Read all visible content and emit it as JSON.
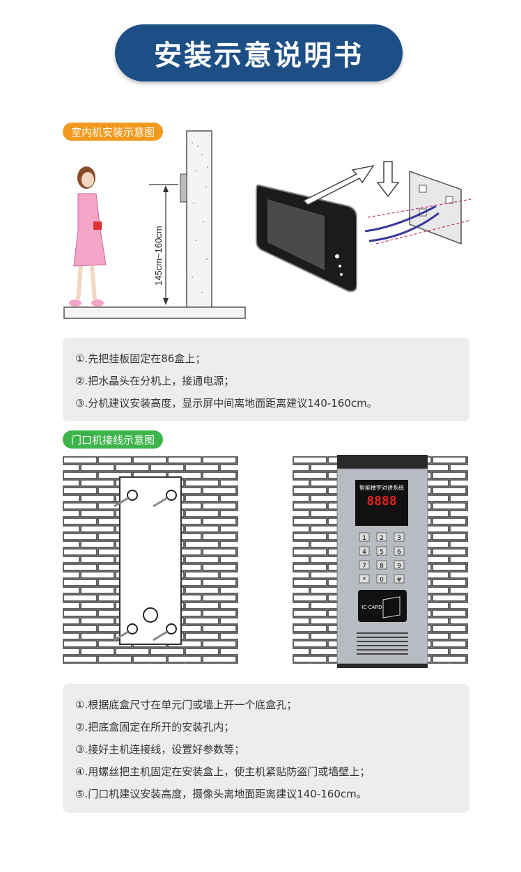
{
  "header": {
    "title": "安装示意说明书"
  },
  "section1": {
    "tag": "室内机安装示意图",
    "height_label": "145cm~160cm",
    "notes": [
      "①.先把挂板固定在86盒上；",
      "②.把水晶头在分机上，接通电源；",
      "③.分机建议安装高度，显示屏中间离地面距离建议140-160cm。"
    ]
  },
  "section2": {
    "tag": "门口机接线示意图",
    "panel": {
      "title": "智能楼宇对讲系统",
      "display": "8888",
      "keys": [
        "1",
        "2",
        "3",
        "4",
        "5",
        "6",
        "7",
        "8",
        "9",
        "*",
        "0",
        "#"
      ],
      "card_label": "IC·CARD"
    },
    "notes": [
      "①.根据底盒尺寸在单元门或墙上开一个底盒孔；",
      "②.把底盒固定在所开的安装孔内；",
      "③.接好主机连接线，设置好参数等；",
      "④.用螺丝把主机固定在安装盒上，使主机紧贴防盗门或墙壁上；",
      "⑤.门口机建议安装高度，摄像头离地面距离建议140-160cm。"
    ]
  },
  "colors": {
    "title_bg": "#1d4f86",
    "tag_orange": "#f29a1f",
    "tag_green": "#3cb44a",
    "note_bg": "#ededed"
  }
}
